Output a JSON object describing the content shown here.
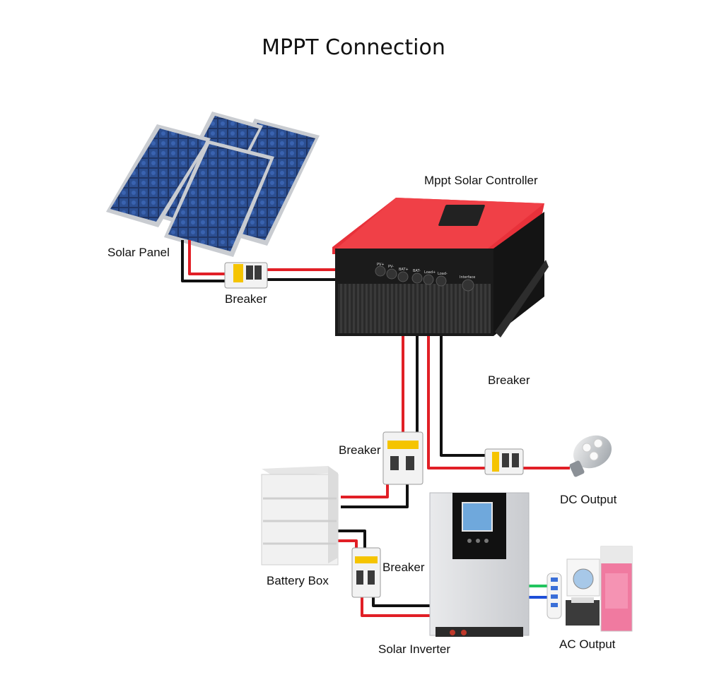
{
  "title": "MPPT Connection",
  "labels": {
    "controller": "Mppt Solar Controller",
    "solar_panel": "Solar Panel",
    "breaker_pv": "Breaker",
    "breaker_load": "Breaker",
    "breaker_battery": "Breaker",
    "breaker_inverter": "Breaker",
    "dc_output": "DC Output",
    "battery_box": "Battery Box",
    "solar_inverter": "Solar Inverter",
    "ac_output": "AC Output"
  },
  "terminals": [
    "PV+",
    "PV-",
    "BAT+",
    "BAT-",
    "Load+",
    "Load-",
    "Interface"
  ],
  "colors": {
    "wire_positive": "#e11f26",
    "wire_negative": "#111111",
    "wire_ac_green": "#22c55e",
    "wire_ac_blue": "#1d4ed8",
    "controller_red": "#e8313a",
    "controller_body": "#1b1b1b"
  }
}
